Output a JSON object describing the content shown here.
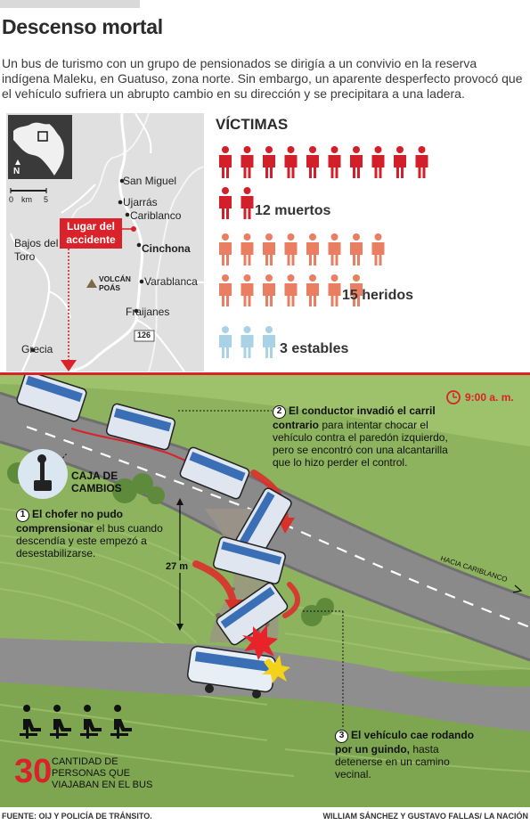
{
  "header": {
    "title": "Descenso mortal",
    "intro": "Un bus de turismo con un grupo de pensionados se dirigía a un convivio en la reserva indígena Maleku, en Guatuso, zona norte. Sin embargo, un aparente desperfecto provocó que el vehículo sufriera un abrupto cambio en su dirección y se precipitara a una ladera."
  },
  "map": {
    "north": "N",
    "scale_zero": "0",
    "scale_unit": "km",
    "scale_max": "5",
    "places": {
      "san_miguel": "San Miguel",
      "ujarras": "Ujarrás",
      "cariblanco": "Cariblanco",
      "cinchona": "Cinchona",
      "bajos_del_toro": "Bajos del Toro",
      "volcan_poas": "VOLCÁN POÁS",
      "varablanca": "Varablanca",
      "fraijanes": "Fraijanes",
      "grecia": "Grecia"
    },
    "route_number": "126",
    "accident_label": "Lugar del accidente"
  },
  "victims": {
    "title": "VÍCTIMAS",
    "dead_label": "12 muertos",
    "injured_label": "15 heridos",
    "stable_label": "3 estables",
    "dead_count": 12,
    "injured_count": 15,
    "stable_count": 3,
    "colors": {
      "dead": "#d21f2a",
      "injured": "#ea7e62",
      "stable": "#a9d2e6"
    }
  },
  "scene": {
    "gearbox_label": "CAJA DE CAMBIOS",
    "step1_num": "1",
    "step1_bold": "El chofer no pudo comprensionar",
    "step1_text": " el bus cuando descendía y este empezó a desestabilizarse.",
    "step2_num": "2",
    "step2_bold": "El conductor invadió el carril contrario",
    "step2_text": " para intentar chocar el vehículo contra el paredón izquierdo, pero se encontró con una alcantarilla que lo hizo perder el control.",
    "step3_num": "3",
    "step3_bold": "El vehículo cae rodando por un guindo,",
    "step3_text": " hasta detenerse en un camino vecinal.",
    "time": "9:00 a. m.",
    "height": "27 m",
    "road_sign": "HACIA CARIBLANCO",
    "passengers_number": "30",
    "passengers_text": "CANTIDAD DE PERSONAS QUE VIAJABAN EN EL BUS"
  },
  "footer": {
    "source": "FUENTE: OIJ Y POLICÍA DE TRÁNSITO.",
    "credit": "WILLIAM SÁNCHEZ Y GUSTAVO FALLAS/ LA NACIÓN"
  }
}
